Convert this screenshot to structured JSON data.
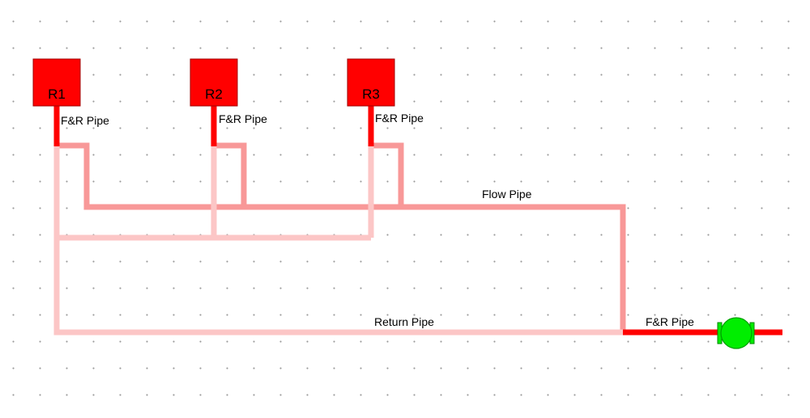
{
  "radiators": [
    {
      "label": "R1",
      "pipe_label": "F&R Pipe"
    },
    {
      "label": "R2",
      "pipe_label": "F&R Pipe"
    },
    {
      "label": "R3",
      "pipe_label": "F&R Pipe"
    }
  ],
  "flow_pipe_label": "Flow Pipe",
  "return_pipe_label": "Return Pipe",
  "boiler_pipe_label": "F&R Pipe",
  "colors": {
    "radiator": "#ff0000",
    "fr_pipe": "#ff0000",
    "flow_pipe": "#f89898",
    "return_pipe": "#fcc6c6",
    "pump": "#00ee00",
    "pump_outline": "#00a000"
  },
  "icons": {
    "pump": "circulator-pump-icon"
  }
}
